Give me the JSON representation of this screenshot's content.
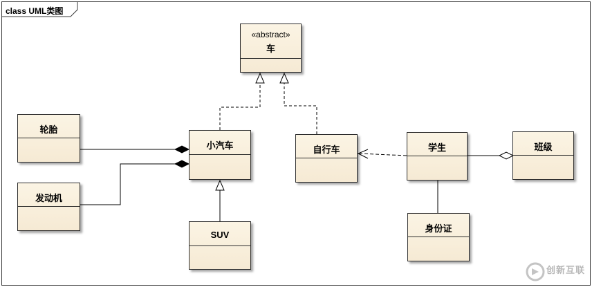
{
  "frame": {
    "title": "class UML类图"
  },
  "classes": {
    "car": {
      "stereotype": "«abstract»",
      "name": "车"
    },
    "tire": {
      "name": "轮胎"
    },
    "engine": {
      "name": "发动机"
    },
    "small_car": {
      "name": "小汽车"
    },
    "suv": {
      "name": "SUV"
    },
    "bicycle": {
      "name": "自行车"
    },
    "student": {
      "name": "学生"
    },
    "class_group": {
      "name": "班级"
    },
    "id_card": {
      "name": "身份证"
    }
  },
  "watermark": {
    "text": "创新互联"
  },
  "colors": {
    "class_fill": "#f6ead4",
    "line": "#000000"
  }
}
